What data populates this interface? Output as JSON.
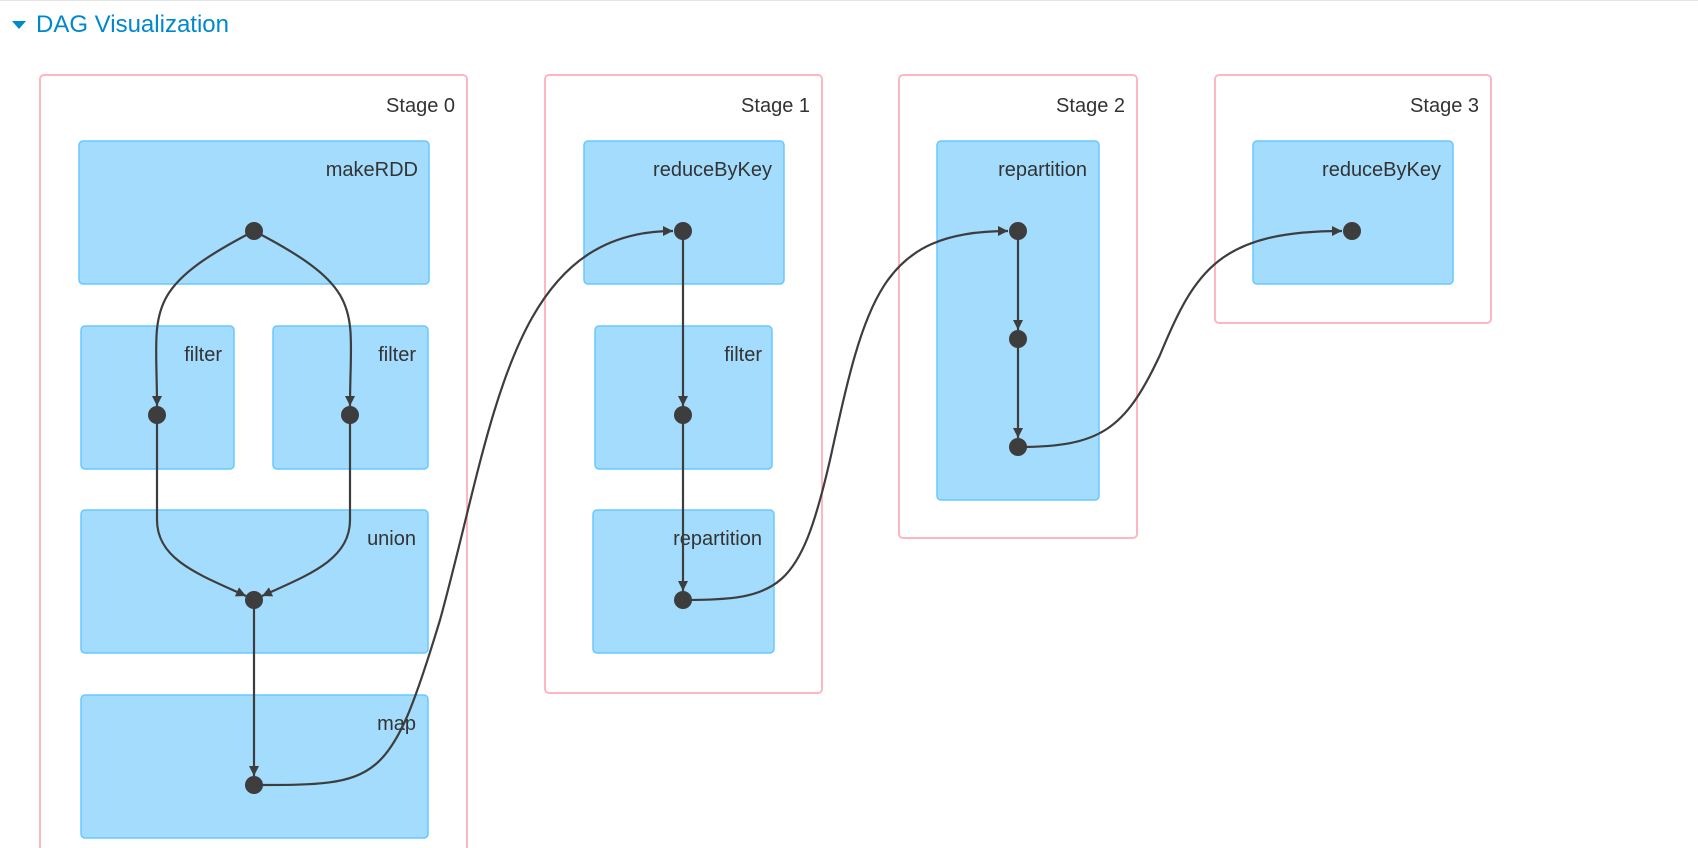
{
  "header": {
    "title": "DAG Visualization",
    "toggle_icon": "caret-down-icon",
    "accent_color": "#0088cc"
  },
  "colors": {
    "stage_border": "#ffb6c1",
    "operation_fill": "#a3dcfc",
    "operation_border": "#68c9ff",
    "edge": "#3d3d3d"
  },
  "stages": [
    {
      "label": "Stage 0",
      "operations": [
        {
          "label": "makeRDD"
        },
        {
          "label": "filter"
        },
        {
          "label": "filter"
        },
        {
          "label": "union"
        },
        {
          "label": "map"
        }
      ]
    },
    {
      "label": "Stage 1",
      "operations": [
        {
          "label": "reduceByKey"
        },
        {
          "label": "filter"
        },
        {
          "label": "repartition"
        }
      ]
    },
    {
      "label": "Stage 2",
      "operations": [
        {
          "label": "repartition"
        }
      ]
    },
    {
      "label": "Stage 3",
      "operations": [
        {
          "label": "reduceByKey"
        }
      ]
    }
  ]
}
